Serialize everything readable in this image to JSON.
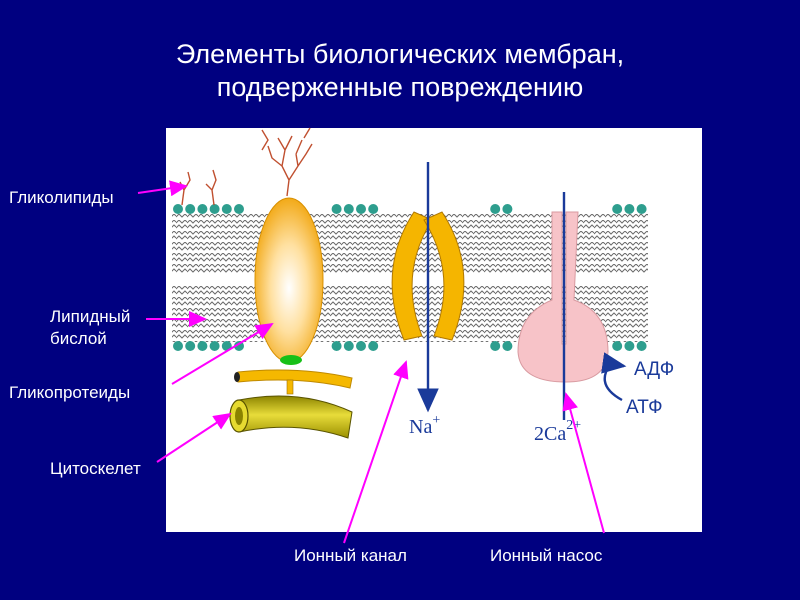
{
  "slide": {
    "title_line1": "Элементы биологических мембран,",
    "title_line2": "подверженные повреждению"
  },
  "labels": {
    "glycolipids": "Гликолипиды",
    "lipid_bilayer_line1": "Липидный",
    "lipid_bilayer_line2": "бислой",
    "glycoproteins": "Гликопротеиды",
    "cytoskeleton": "Цитоскелет",
    "ion_channel": "Ионный канал",
    "ion_pump": "Ионный насос"
  },
  "diagram": {
    "na_ion": "Na",
    "na_charge": "+",
    "ca_ion": "2Ca",
    "ca_charge": "2+",
    "adp": "АДФ",
    "atp": "АТФ"
  },
  "colors": {
    "background": "#000080",
    "panel": "#ffffff",
    "pointer": "#ff00ff",
    "head": "#2e9e8e",
    "protein": "#f5a800",
    "pump": "#f7c3c8"
  }
}
